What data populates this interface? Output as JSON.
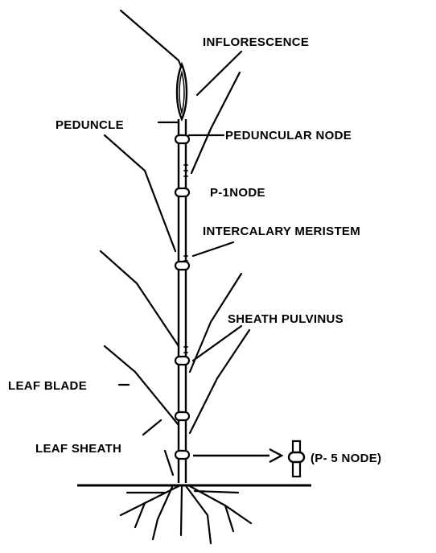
{
  "labels": {
    "inflorescence": "INFLORESCENCE",
    "peduncle": "PEDUNCLE",
    "peduncular_node": "PEDUNCULAR NODE",
    "p1_node": "P-1NODE",
    "intercalary_meristem": "INTERCALARY MERISTEM",
    "sheath_pulvinus": "SHEATH PULVINUS",
    "leaf_blade": "LEAF BLADE",
    "leaf_sheath": "LEAF SHEATH",
    "p5_node": "(P- 5 NODE)"
  },
  "colors": {
    "ink": "#000000",
    "background": "#ffffff"
  }
}
